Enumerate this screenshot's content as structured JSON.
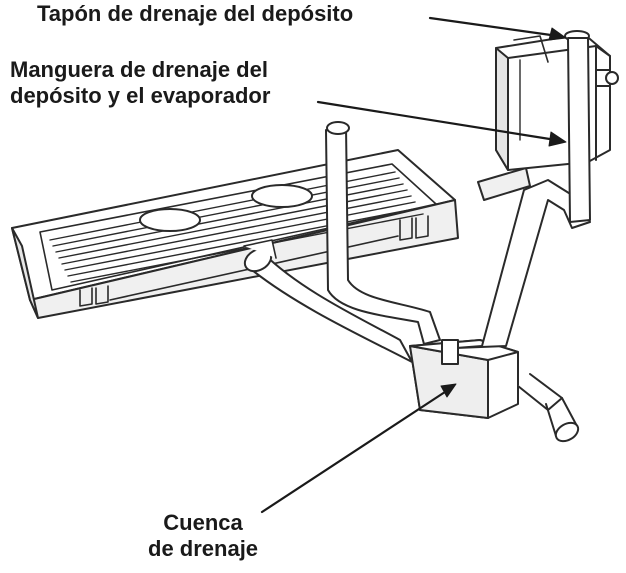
{
  "labels": {
    "drain_plug": "Tapón de drenaje del depósito",
    "drain_hose_line1": "Manguera de drenaje del",
    "drain_hose_line2": "depósito y el evaporador",
    "basin_line1": "Cuenca",
    "basin_line2": "de drenaje"
  },
  "colors": {
    "stroke": "#2a2a2a",
    "fill": "#ffffff",
    "shade": "#e6e6e6",
    "text": "#1a1a1a"
  }
}
